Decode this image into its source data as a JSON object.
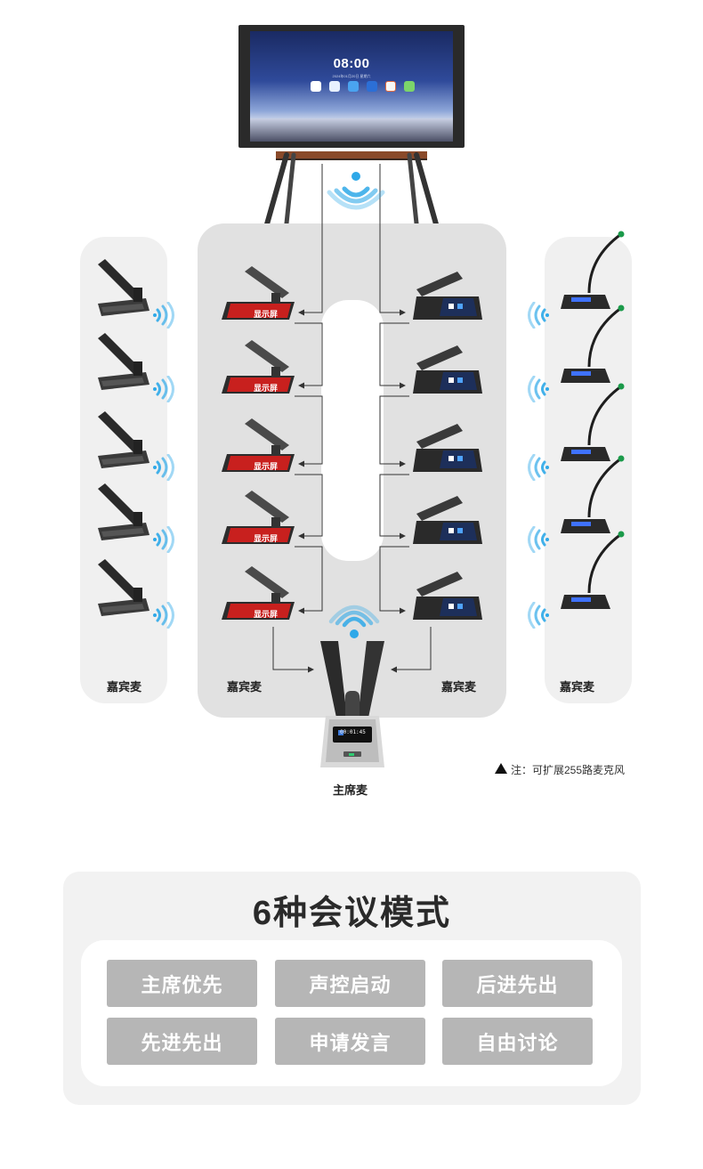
{
  "tv": {
    "time": "08:00",
    "date": "2024年01月20日 星期六"
  },
  "labels": {
    "left_guest": "嘉宾麦",
    "center_left_guest": "嘉宾麦",
    "center_right_guest": "嘉宾麦",
    "right_guest": "嘉宾麦",
    "chairman": "主席麦",
    "note": "注：可扩展255路麦克风",
    "display_screen": "显示屏"
  },
  "chairman_display": "00:01:45",
  "modes": {
    "title": "6种会议模式",
    "items": [
      "主席优先",
      "声控启动",
      "后进先出",
      "先进先出",
      "申请发言",
      "自由讨论"
    ]
  },
  "colors": {
    "wifi": "#2ea8e8",
    "panel_center": "#e1e1e1",
    "panel_side": "#f0f0f0",
    "mode_button": "#b6b6b6",
    "red_display": "#c8201e"
  }
}
